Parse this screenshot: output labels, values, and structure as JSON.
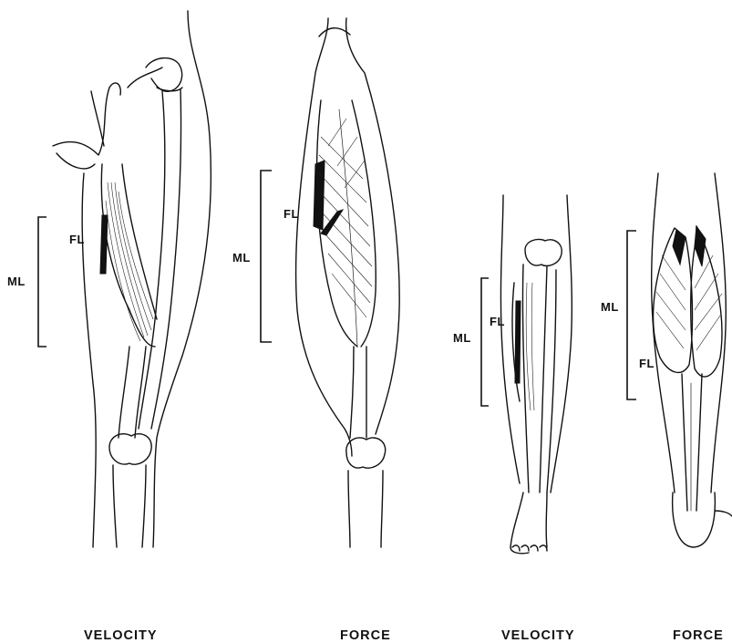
{
  "figures": [
    {
      "caption": "VELOCITY",
      "ml_label": "ML",
      "fl_label": "FL"
    },
    {
      "caption": "FORCE",
      "ml_label": "ML",
      "fl_label": "FL"
    },
    {
      "caption": "VELOCITY",
      "ml_label": "ML",
      "fl_label": "FL"
    },
    {
      "caption": "FORCE",
      "ml_label": "ML",
      "fl_label": "FL"
    }
  ]
}
